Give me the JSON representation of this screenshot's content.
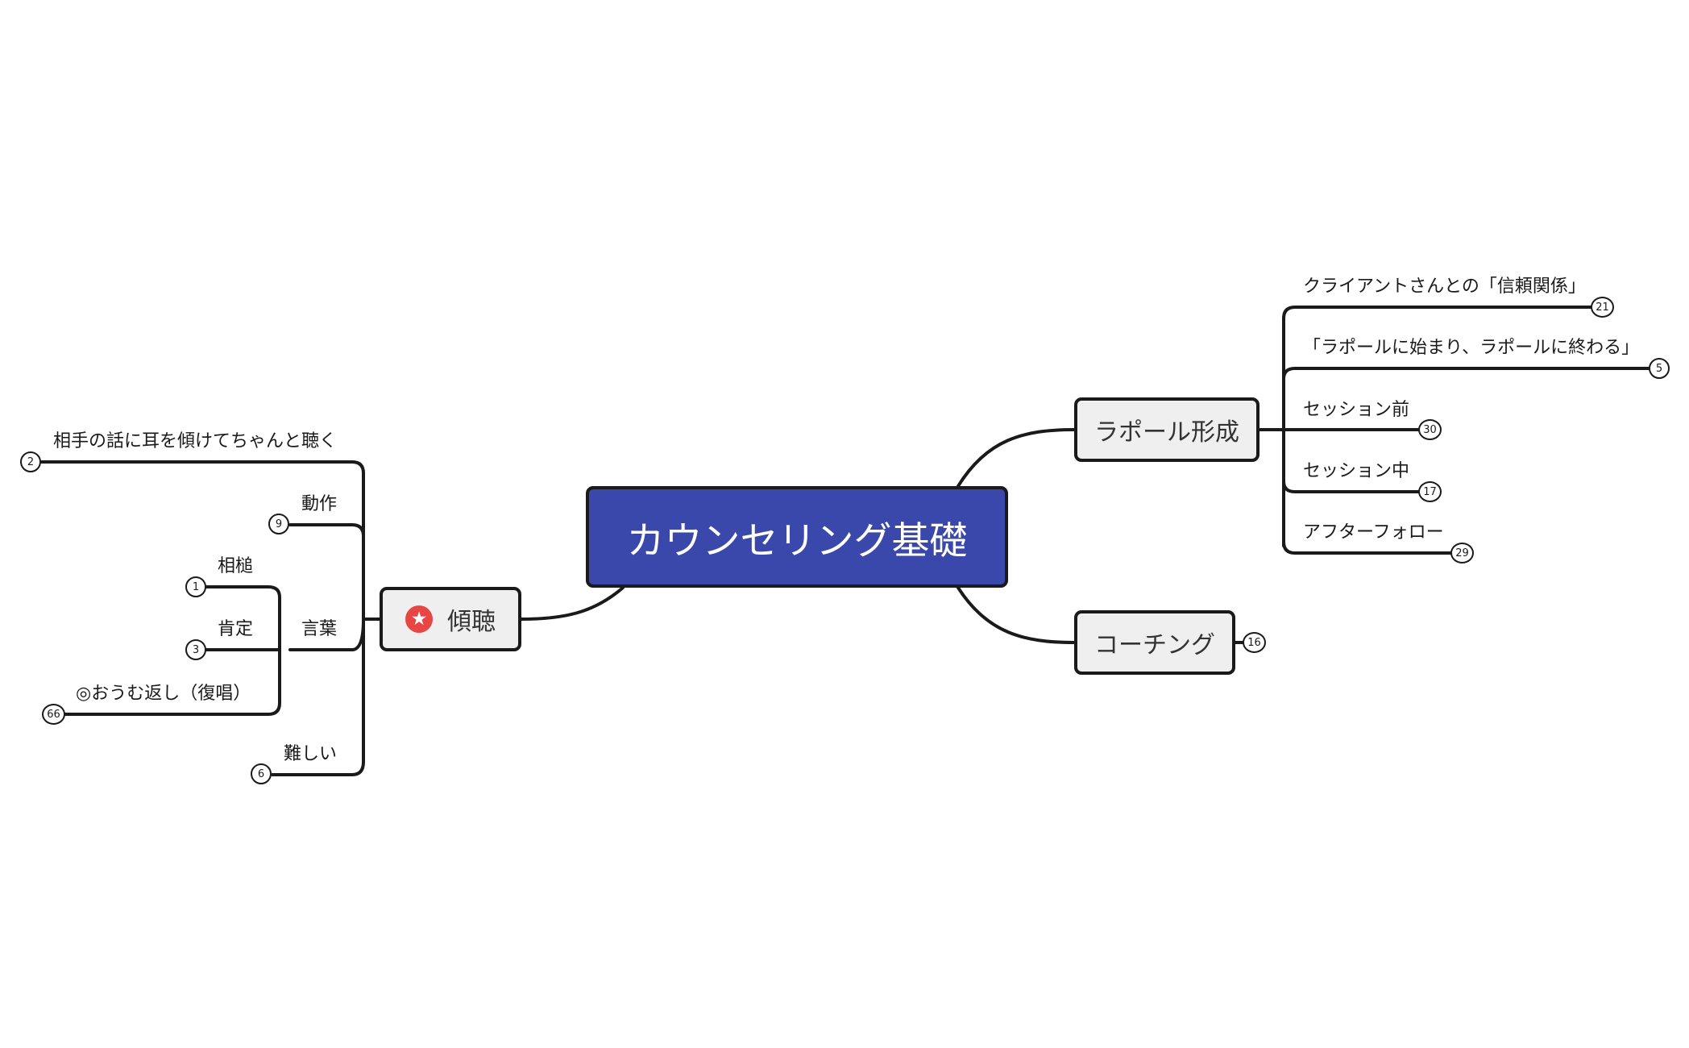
{
  "central_topic": "カウンセリング基礎",
  "icons": {
    "keichou_marker": "star-icon"
  },
  "colors": {
    "root_fill": "#3a48ab",
    "branch_fill": "#efefef",
    "line": "#1a1a1a",
    "marker_fill": "#e84545"
  },
  "right": {
    "rapport": {
      "label": "ラポール形成",
      "items": [
        {
          "label": "クライアントさんとの「信頼関係」",
          "count": "21"
        },
        {
          "label": "「ラポールに始まり、ラポールに終わる」",
          "count": "5"
        },
        {
          "label": "セッション前",
          "count": "30"
        },
        {
          "label": "セッション中",
          "count": "17"
        },
        {
          "label": "アフターフォロー",
          "count": "29"
        }
      ]
    },
    "coaching": {
      "label": "コーチング",
      "count": "16"
    }
  },
  "left": {
    "keichou": {
      "label": "傾聴",
      "items": [
        {
          "label": "相手の話に耳を傾けてちゃんと聴く",
          "count": "2"
        },
        {
          "label": "動作",
          "count": "9"
        },
        {
          "label": "言葉",
          "children": [
            {
              "label": "相槌",
              "count": "1"
            },
            {
              "label": "肯定",
              "count": "3"
            },
            {
              "label": "◎おうむ返し（復唱）",
              "count": "66"
            }
          ]
        },
        {
          "label": "難しい",
          "count": "6"
        }
      ]
    }
  }
}
